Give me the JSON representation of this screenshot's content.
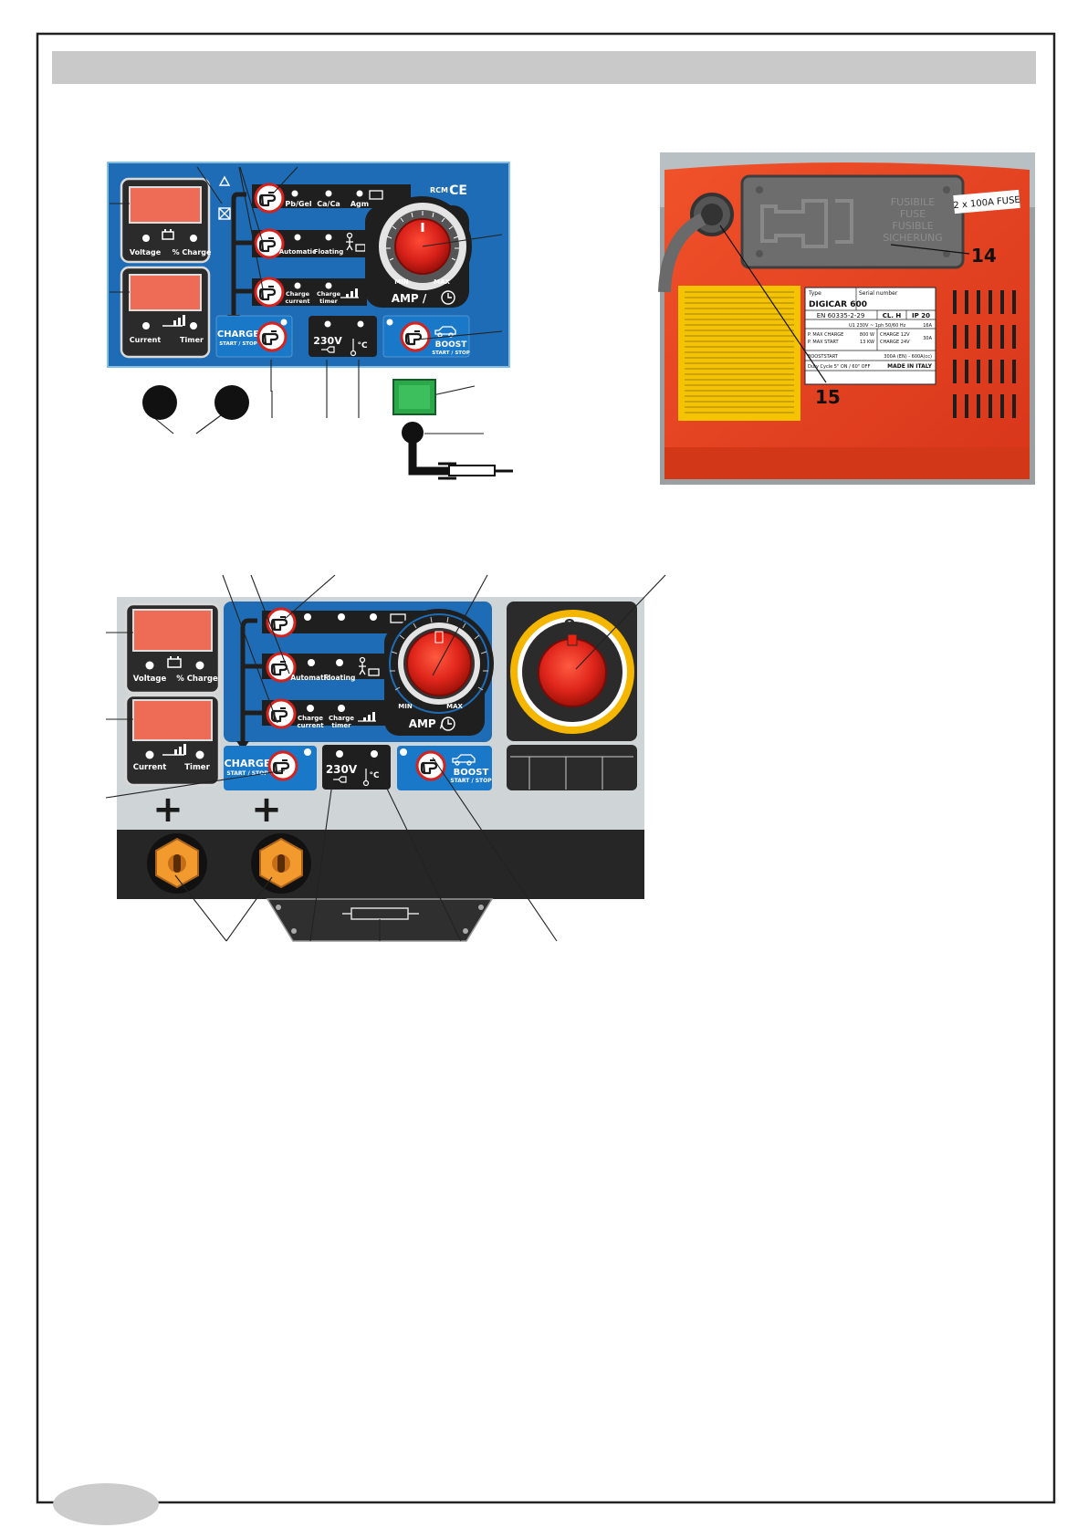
{
  "header_bar": {
    "text": ""
  },
  "panel1": {
    "indicators": {
      "voltage": "Voltage",
      "percent_charge": "% Charge",
      "current": "Current",
      "timer": "Timer",
      "pb_gel": "Pb/Gel",
      "ca_ca": "Ca/Ca",
      "agm": "Agm",
      "automatic": "Automatic",
      "floating": "Floating",
      "charge_current_1": "Charge",
      "charge_current_2": "current",
      "charge_timer_1": "Charge",
      "charge_timer_2": "timer"
    },
    "knob": {
      "min": "MIN",
      "max": "MAX",
      "amp": "AMP /"
    },
    "charge_button": {
      "label": "CHARGE",
      "sub": "START / STOP"
    },
    "mains": {
      "voltage": "230V",
      "temp": "°C"
    },
    "boost_button": {
      "label": "BOOST",
      "sub": "START / STOP"
    },
    "marks": {
      "rcm": "RCM",
      "ce": "CE"
    }
  },
  "photo": {
    "fuse_cover": [
      "FUSIBILE",
      "FUSE",
      "FUSIBLE",
      "SICHERUNG"
    ],
    "fuse_sticker": "2 x 100A FUSE",
    "callouts": {
      "fuse_holder": "14",
      "cable_gland": "15"
    },
    "plate": {
      "type_label": "Type",
      "serial_label": "Serial number",
      "model": "DIGICAR 600",
      "standard": "EN 60335-2-29",
      "class": "CL. H",
      "ip": "IP 20",
      "supply": "U1 230V ~ 1ph 50/60 Hz",
      "fuse": "16A",
      "p_max_charge": "P. MAX CHARGE",
      "p_max_charge_val": "800 W",
      "p_max_start": "P. MAX START",
      "p_max_start_val": "13 KW",
      "charge12": "CHARGE 12V",
      "charge24": "CHARGE 24V",
      "charge_amp": "30A",
      "boost": "BOOSTSTART",
      "boost_val": "300A (EN) - 600A(cc)",
      "duty": "Duty Cycle 5\" ON / 60\" OFF",
      "made": "MADE IN ITALY"
    }
  },
  "panel2": {
    "indicators": {
      "voltage": "Voltage",
      "percent_charge": "% Charge",
      "current": "Current",
      "timer": "Timer",
      "automatic": "Automatic",
      "floating": "Floating",
      "charge_current_1": "Charge",
      "charge_current_2": "current",
      "charge_timer_1": "Charge",
      "charge_timer_2": "timer"
    },
    "knob": {
      "min": "MIN",
      "max": "MAX",
      "amp": "AMP /"
    },
    "switch": {
      "off": "O",
      "on": "I"
    },
    "charge_button": {
      "label": "CHARGE",
      "sub": "START / STOP"
    },
    "mains": {
      "voltage": "230V",
      "temp": "°C"
    },
    "boost_button": {
      "label": "BOOST",
      "sub": "START / STOP"
    },
    "terminals": [
      "+",
      "+"
    ]
  },
  "colors": {
    "panel_blue": "#1d6cb5",
    "panel_dark": "#2a2a2a",
    "display_red": "#ee6b55",
    "knob_red": "#d6221c",
    "housing_orange": "#e8431c",
    "switch_yellow": "#f5b600",
    "terminal_orange": "#f29a2e",
    "header_grey": "#c9c9c9",
    "oval_grey": "#cccccc"
  }
}
